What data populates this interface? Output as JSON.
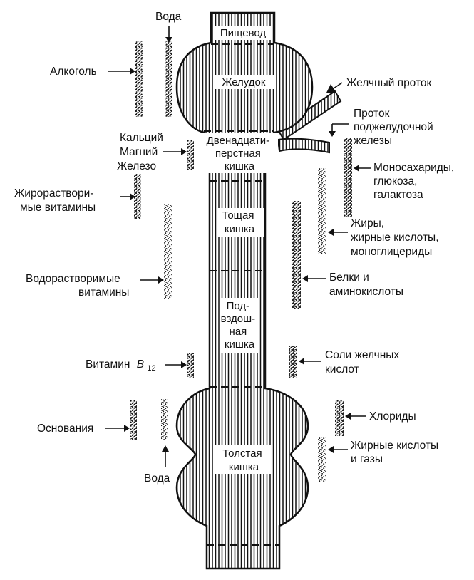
{
  "segments": {
    "esophagus": "Пищевод",
    "stomach": "Желудок",
    "duodenum": [
      "Двенадцати-",
      "перстная",
      "кишка"
    ],
    "jejunum": [
      "Тощая",
      "кишка"
    ],
    "ileum": [
      "Под-",
      "вздош-",
      "ная",
      "кишка"
    ],
    "colon": [
      "Толстая",
      "кишка"
    ]
  },
  "ducts": {
    "bile_duct": "Желчный проток",
    "pancreatic_duct": [
      "Проток",
      "поджелудочной",
      "железы"
    ]
  },
  "left_labels": {
    "water_top": "Вода",
    "alcohol": "Алкоголь",
    "minerals": [
      "Кальций",
      "Магний",
      "Железо"
    ],
    "fat_soluble_vitamins": [
      "Жирораствори-",
      "мые витамины"
    ],
    "water_soluble_vitamins": [
      "Водорастворимые",
      "витамины"
    ],
    "vitamin_b12": "Витамин",
    "vitamin_b12_symbol": "B",
    "vitamin_b12_subscript": "12",
    "bases": "Основания",
    "water_bottom": "Вода"
  },
  "right_labels": {
    "monosaccharides": [
      "Моносахариды,",
      "глюкоза,",
      "галактоза"
    ],
    "fats": [
      "Жиры,",
      "жирные кислоты,",
      "моноглицериды"
    ],
    "proteins": [
      "Белки и",
      "аминокислоты"
    ],
    "bile_salts": [
      "Соли желчных",
      "кислот"
    ],
    "chlorides": "Хлориды",
    "fatty_acids_gases": [
      "Жирные кислоты",
      "и газы"
    ]
  },
  "colors": {
    "ink": "#111111",
    "paper": "#ffffff"
  }
}
